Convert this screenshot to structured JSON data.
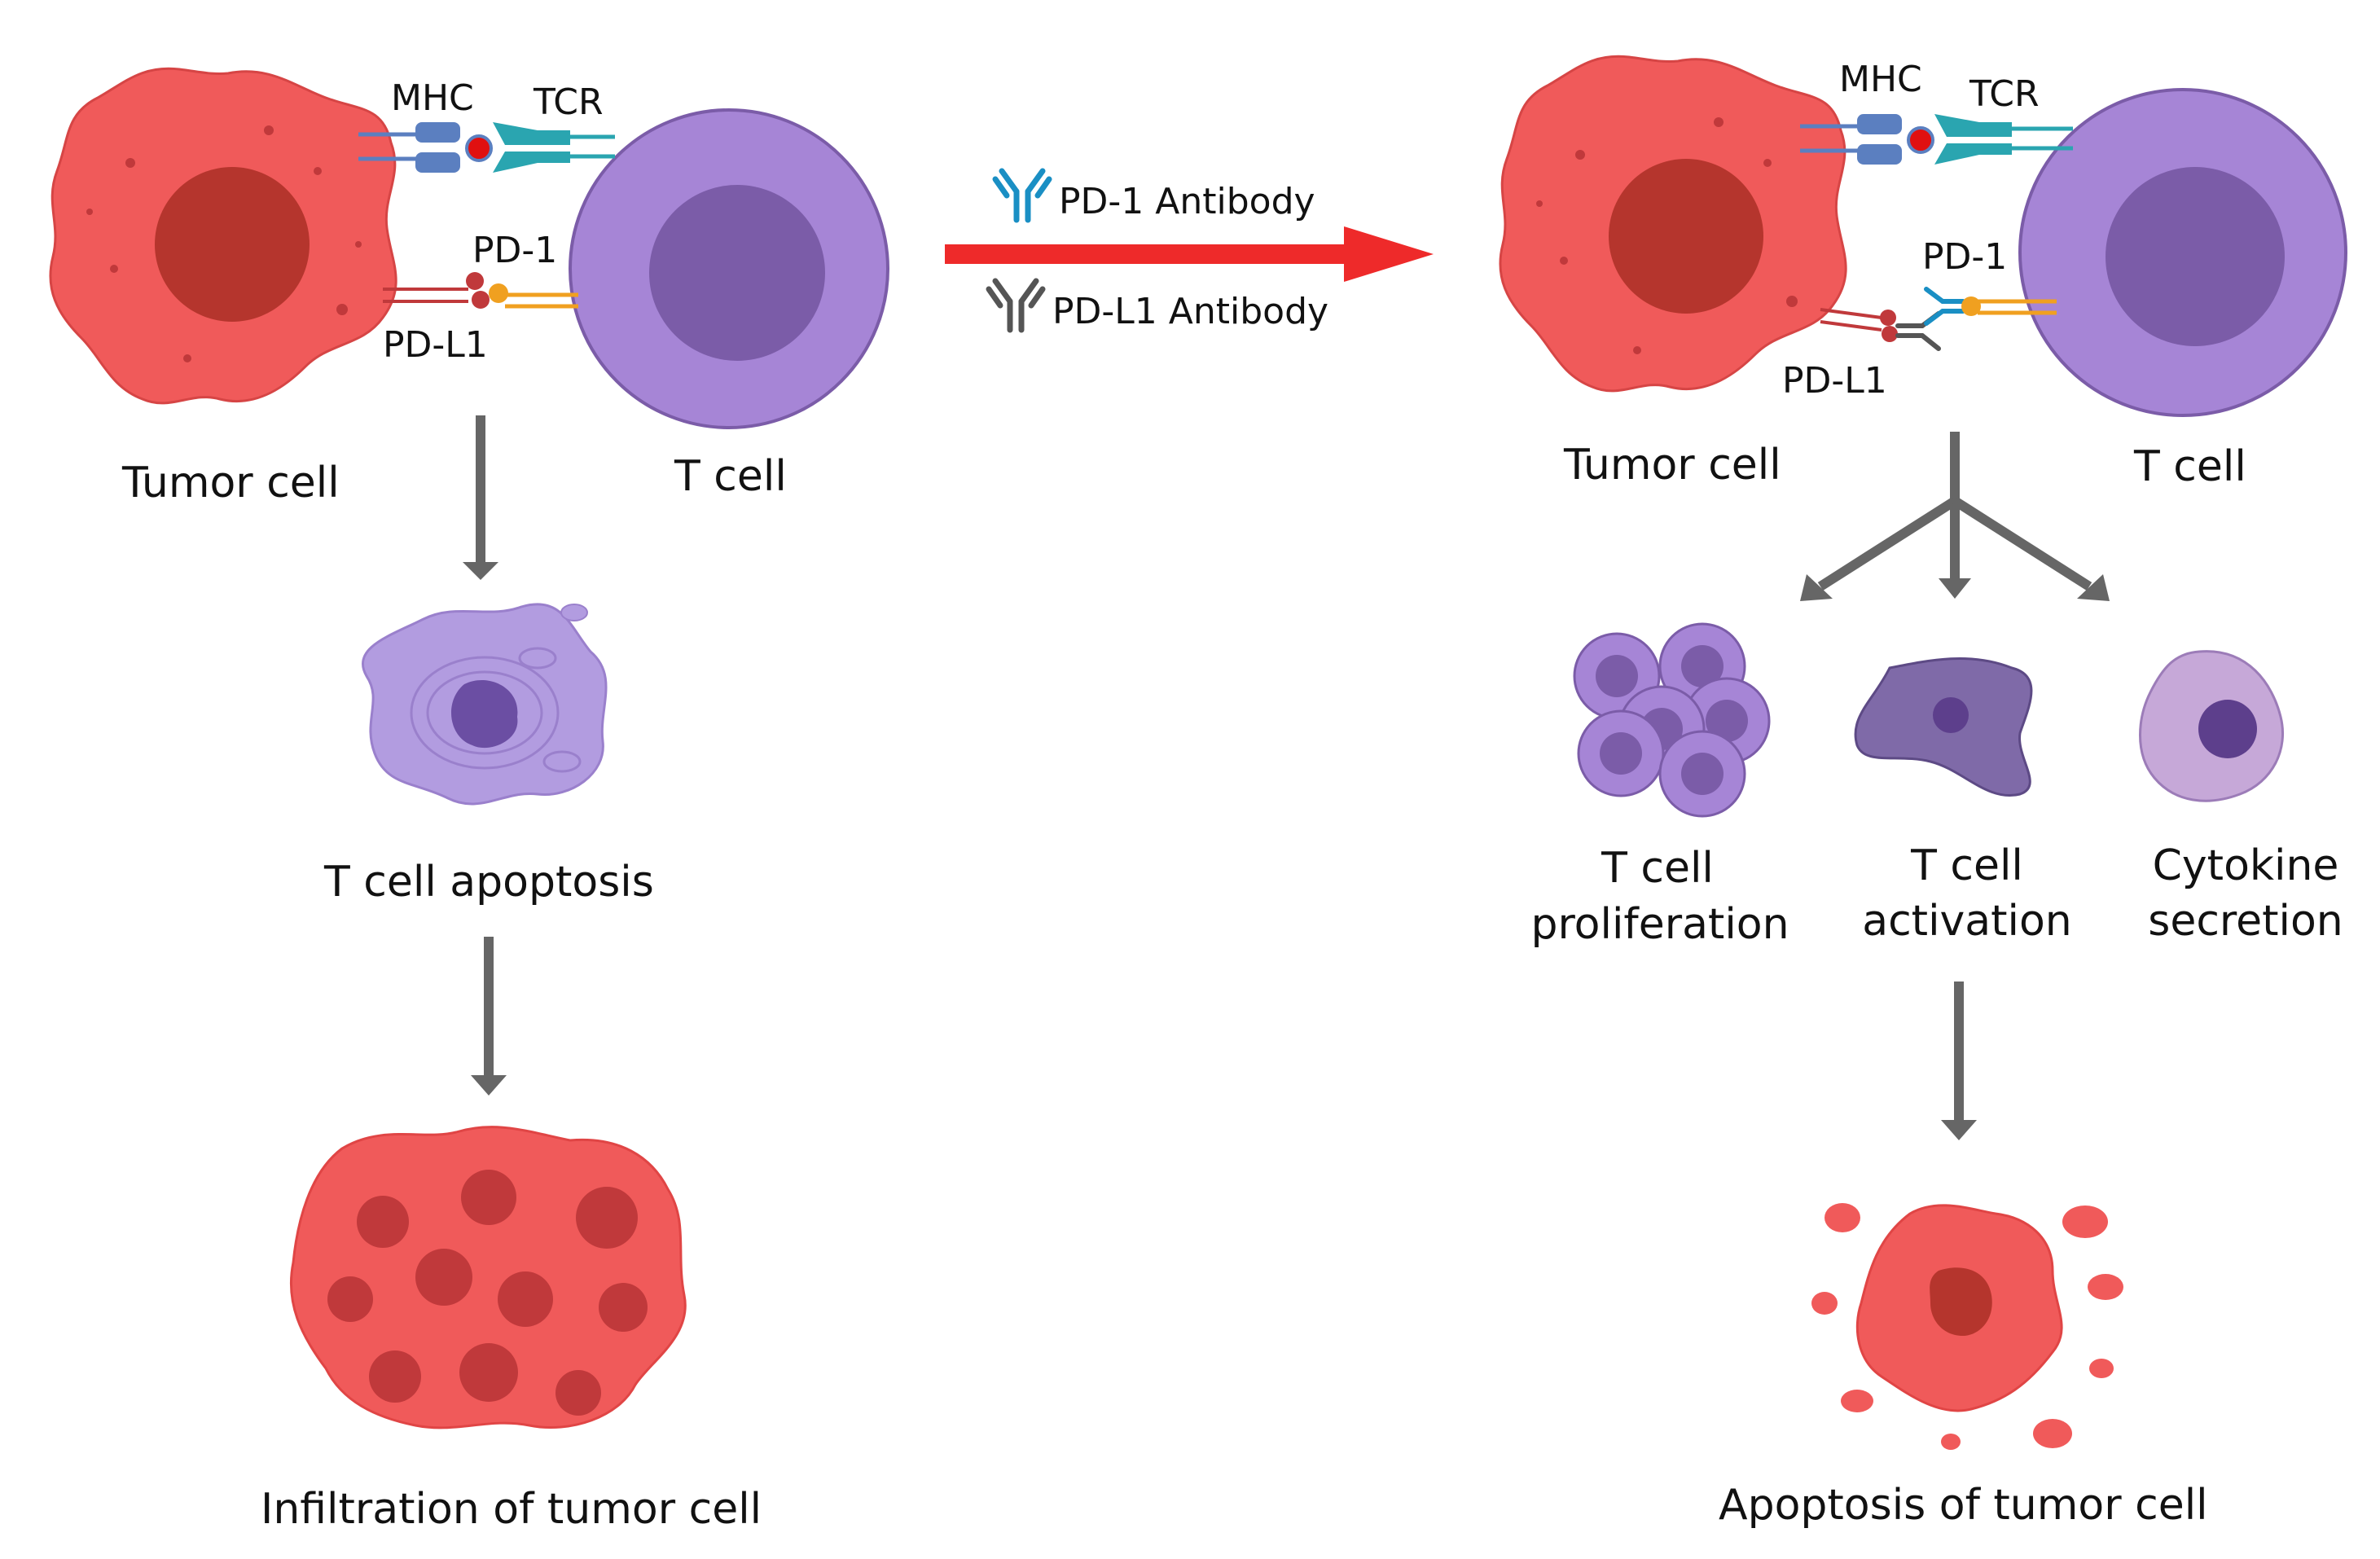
{
  "colors": {
    "tumor": "#f05a5a",
    "tumor_nucleus": "#b5352d",
    "tcell": "#a685d6",
    "tcell_nucleus": "#7b5ca8",
    "mhc": "#5b7fc0",
    "tcr": "#2aa5b0",
    "pd1": "#f0a020",
    "pdl1": "#c0393b",
    "main_arrow": "#ee2a2a",
    "flow_arrow": "#666666",
    "pd1_antibody": "#1a8fc4",
    "pdl1_antibody": "#555555"
  },
  "left": {
    "mhc_label": "MHC",
    "tcr_label": "TCR",
    "pd1_label": "PD-1",
    "pdl1_label": "PD-L1",
    "tumor_label": "Tumor cell",
    "tcell_label": "T cell",
    "apoptosis_label": "T cell apoptosis",
    "infiltration_label": "Infiltration of tumor cell"
  },
  "treatment": {
    "pd1_antibody_label": "PD-1 Antibody",
    "pdl1_antibody_label": "PD-L1 Antibody"
  },
  "right": {
    "mhc_label": "MHC",
    "tcr_label": "TCR",
    "pd1_label": "PD-1",
    "pdl1_label": "PD-L1",
    "tumor_label": "Tumor cell",
    "tcell_label": "T cell",
    "outcomes": [
      {
        "line1": "T cell",
        "line2": "proliferation"
      },
      {
        "line1": "T cell",
        "line2": "activation"
      },
      {
        "line1": "Cytokine",
        "line2": "secretion"
      }
    ],
    "apoptosis_label": "Apoptosis of tumor cell"
  }
}
